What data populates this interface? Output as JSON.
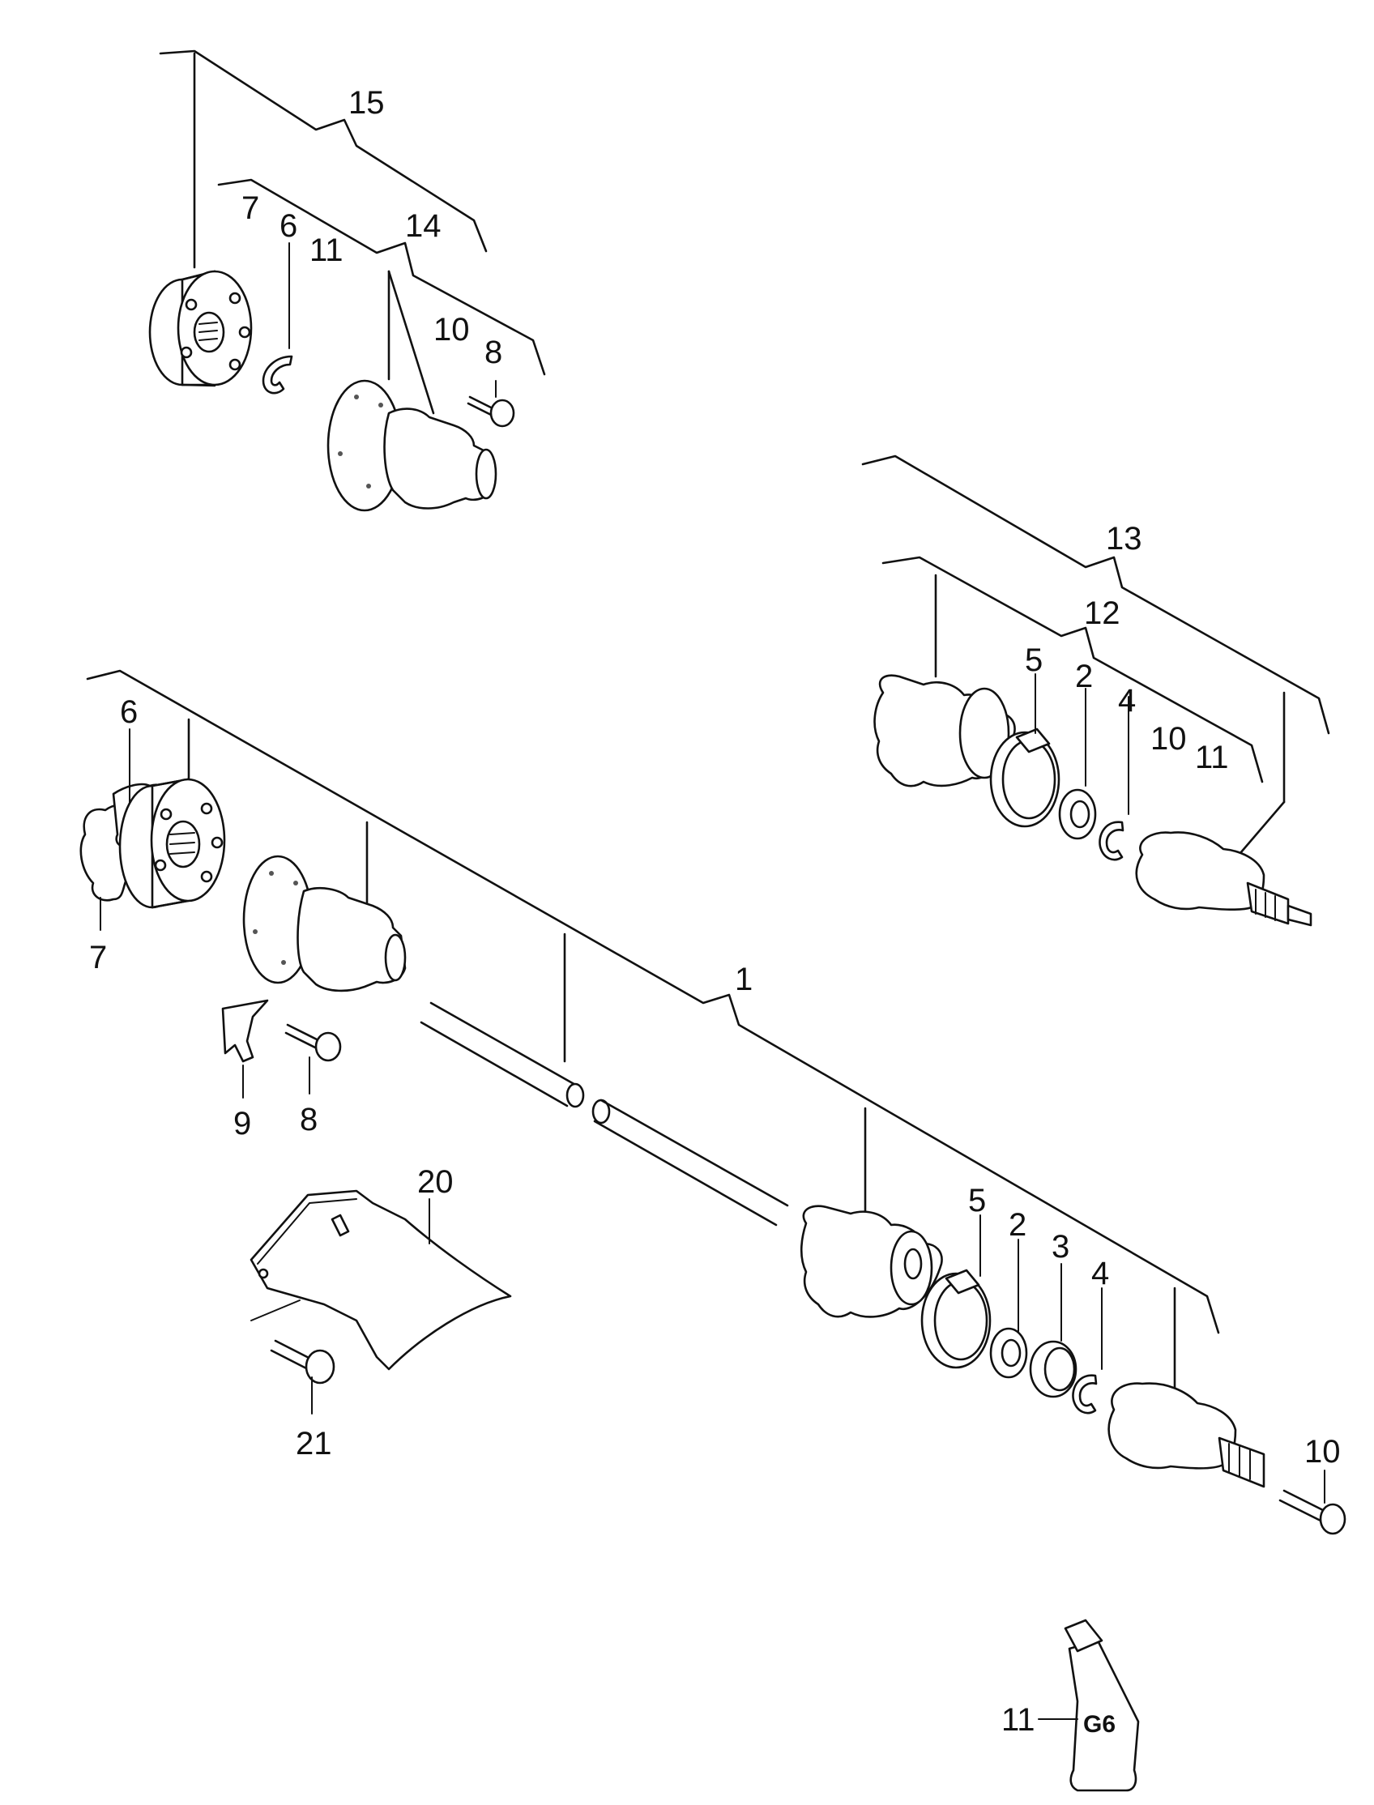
{
  "callouts": {
    "c1": "1",
    "c2a": "2",
    "c2b": "2",
    "c3": "3",
    "c4a": "4",
    "c4b": "4",
    "c5a": "5",
    "c5b": "5",
    "c6a": "6",
    "c6b": "6",
    "c7a": "7",
    "c7b": "7",
    "c8a": "8",
    "c8b": "8",
    "c9": "9",
    "c10a": "10",
    "c10b": "10",
    "c10c": "10",
    "c11a": "11",
    "c11b": "11",
    "c11c": "11",
    "c12": "12",
    "c13": "13",
    "c14": "14",
    "c15": "15",
    "c20": "20",
    "c21": "21"
  },
  "grease_tube_label": "G6"
}
